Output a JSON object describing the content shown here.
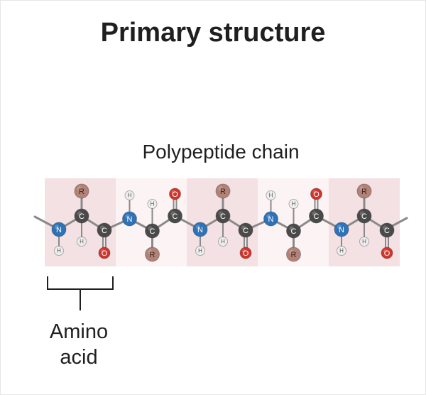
{
  "title": "Primary structure",
  "subtitle": "Polypeptide chain",
  "bracket_label_line1": "Amino",
  "bracket_label_line2": "acid",
  "atom_labels": {
    "nitrogen": "N",
    "carbon": "C",
    "oxygen": "O",
    "hydrogen": "H",
    "side_chain": "R"
  },
  "colors": {
    "band_dark": "#f3e1e4",
    "band_light": "#fcf3f4",
    "nitrogen": "#2e72b8",
    "carbon": "#4a4a4a",
    "oxygen": "#d0352b",
    "hydrogen": "#efefef",
    "side_chain": "#b38276",
    "bond": "#8a8a8a"
  },
  "residue_count": 5
}
